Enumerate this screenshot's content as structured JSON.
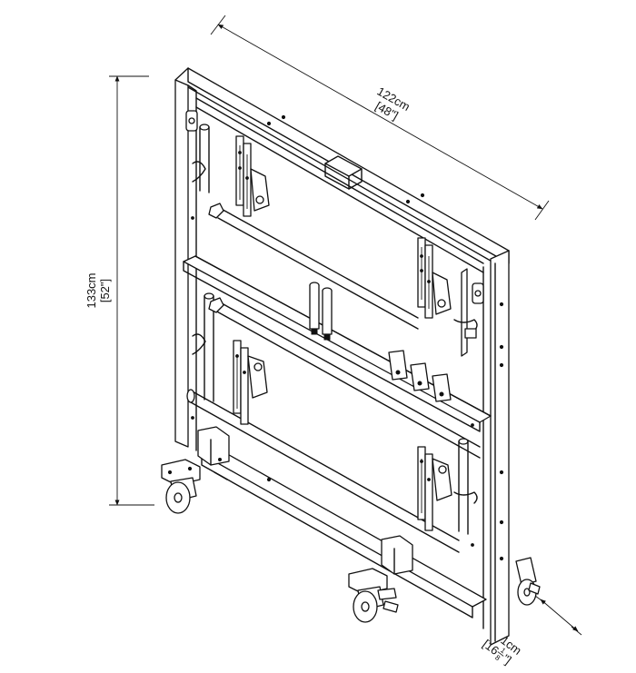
{
  "dimensions": {
    "width_metric": "122cm",
    "width_imperial": "[48\"]",
    "height_metric": "133cm",
    "height_imperial": "[52\"]",
    "depth_metric": "41cm",
    "depth_imperial_whole": "[16",
    "depth_imperial_num": "1",
    "depth_imperial_den": "8",
    "depth_imperial_close": "\"]"
  }
}
